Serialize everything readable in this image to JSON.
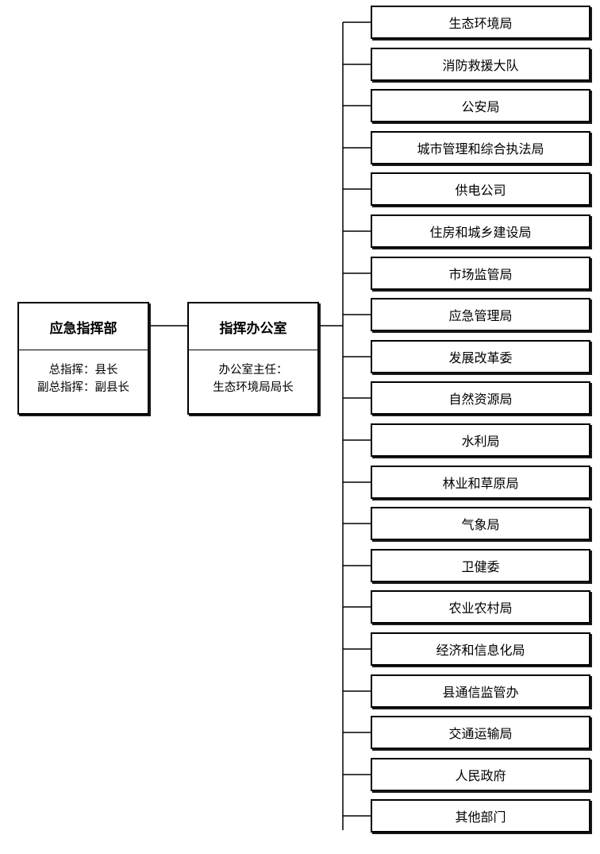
{
  "command": {
    "title": "应急指挥部",
    "lines": [
      "总指挥：县长",
      "副总指挥：副县长"
    ]
  },
  "office": {
    "title": "指挥办公室",
    "lines": [
      "办公室主任：",
      "生态环境局局长"
    ]
  },
  "departments": [
    "生态环境局",
    "消防救援大队",
    "公安局",
    "城市管理和综合执法局",
    "供电公司",
    "住房和城乡建设局",
    "市场监管局",
    "应急管理局",
    "发展改革委",
    "自然资源局",
    "水利局",
    "林业和草原局",
    "气象局",
    "卫健委",
    "农业农村局",
    "经济和信息化局",
    "县通信监管办",
    "交通运输局",
    "人民政府",
    "其他部门"
  ]
}
